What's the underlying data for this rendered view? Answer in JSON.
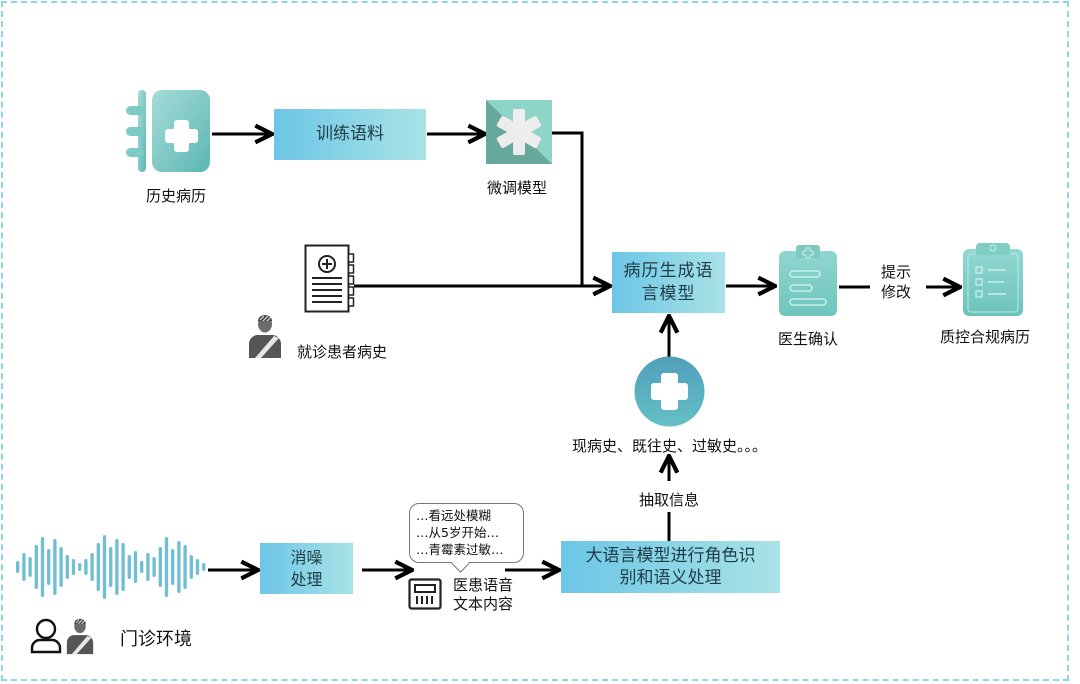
{
  "diagram": {
    "nodes": {
      "history_records": {
        "label": "历史病历",
        "icon": "medical-notebook-icon"
      },
      "training_corpus": {
        "label": "训练语料"
      },
      "finetune_model": {
        "label": "微调模型",
        "icon": "medical-asterisk-icon"
      },
      "patient_history": {
        "label": "就诊患者病史",
        "icon": "medical-document-icon",
        "person_icon": "patient-icon"
      },
      "record_llm": {
        "label": "病历生成语言模型"
      },
      "doctor_confirm": {
        "label": "医生确认",
        "icon": "clipboard-icon"
      },
      "hint_edit": {
        "label_line1": "提示",
        "label_line2": "修改"
      },
      "qc_record": {
        "label": "质控合规病历",
        "icon": "checklist-clipboard-icon"
      },
      "extracted_info_icon": {
        "icon": "medical-cross-circle-icon"
      },
      "extracted_info": {
        "label": "现病史、既往史、过敏史。。。"
      },
      "extract_step": {
        "label": "抽取信息"
      },
      "denoise": {
        "label_line1": "消噪",
        "label_line2": "处理"
      },
      "speech_text": {
        "label_line1": "医患语音",
        "label_line2": "文本内容",
        "icon": "transcript-icon"
      },
      "speech_bubble": {
        "lines": [
          "…看远处模糊",
          "…从5岁开始…",
          "…青霉素过敏…"
        ]
      },
      "llm_processing": {
        "label_line1": "大语言模型进行角色识",
        "label_line2": "别和语义处理"
      },
      "clinic_env": {
        "label": "门诊环境",
        "icons": [
          "doctor-outline-icon",
          "patient-icon"
        ]
      },
      "audio_wave": {
        "icon": "sound-wave-icon"
      }
    },
    "record_llm_lines": [
      "病历生成语",
      "言模型"
    ],
    "colors": {
      "box_gradient_start": "#6cc6e6",
      "box_gradient_end": "#a9e3e6",
      "teal_icon": "#6cc4be",
      "circle_icon": "#5aa9bf",
      "frame_border": "#8fd6e3",
      "arrow": "#000000"
    }
  }
}
